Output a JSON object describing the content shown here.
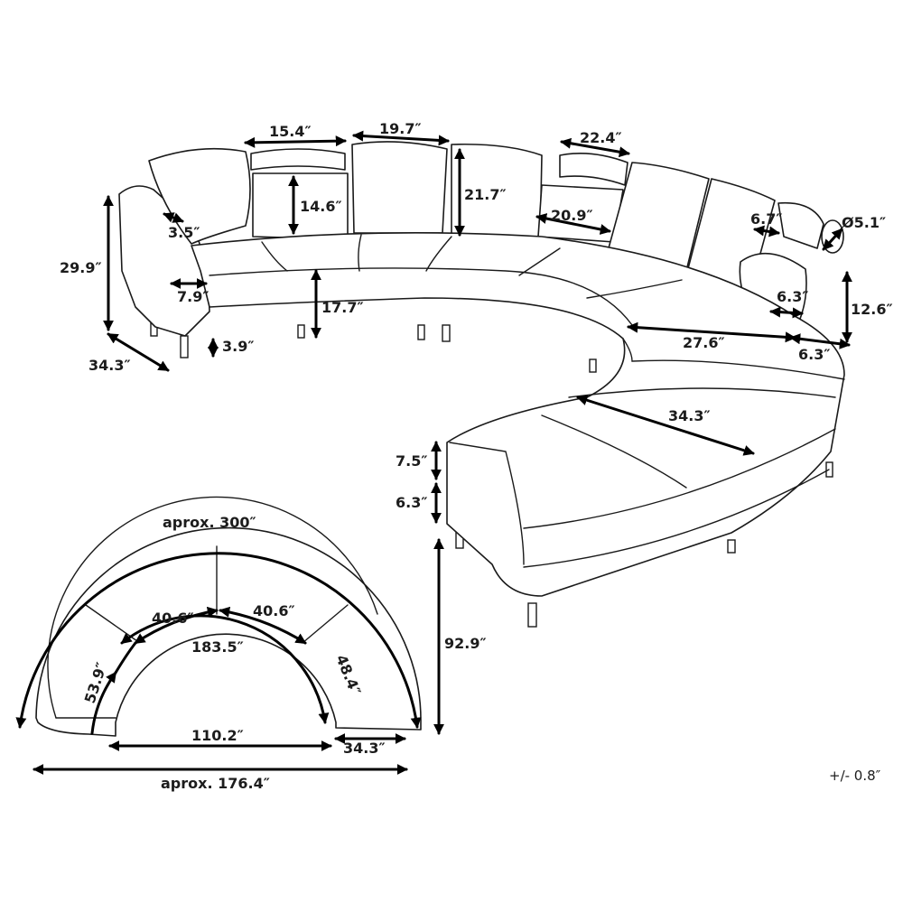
{
  "diagram": {
    "dimensions": {
      "pillow_width": "15.4″",
      "back_cushion_width": "19.7″",
      "corner_pillow_width": "22.4″",
      "pillow_height": "14.6″",
      "back_height": "21.7″",
      "cushion_depth_back": "20.9″",
      "headrest_offset": "6.7″",
      "bolster_diameter": "Ø5.1″",
      "arm_width": "3.5″",
      "total_height": "29.9″",
      "arm_height_inset": "7.9″",
      "seat_height": "17.7″",
      "leg_height": "3.9″",
      "side_depth": "34.3″",
      "back_end_depth": "6.3″",
      "end_height": "12.6″",
      "seat_depth": "27.6″",
      "end_width": "6.3″",
      "chaise_depth": "34.3″",
      "cushion_thickness": "7.5″",
      "base_thickness": "6.3″",
      "arc_length": "aprox. 300″",
      "inner_segment_left": "40.6″",
      "inner_segment_right": "40.6″",
      "inner_arc": "183.5″",
      "left_segment": "53.9″",
      "right_segment": "48.4″",
      "inner_width": "110.2″",
      "plan_depth": "34.3″",
      "outer_width": "aprox. 176.4″",
      "plan_height": "92.9″"
    },
    "tolerance": "+/- 0.8″"
  }
}
